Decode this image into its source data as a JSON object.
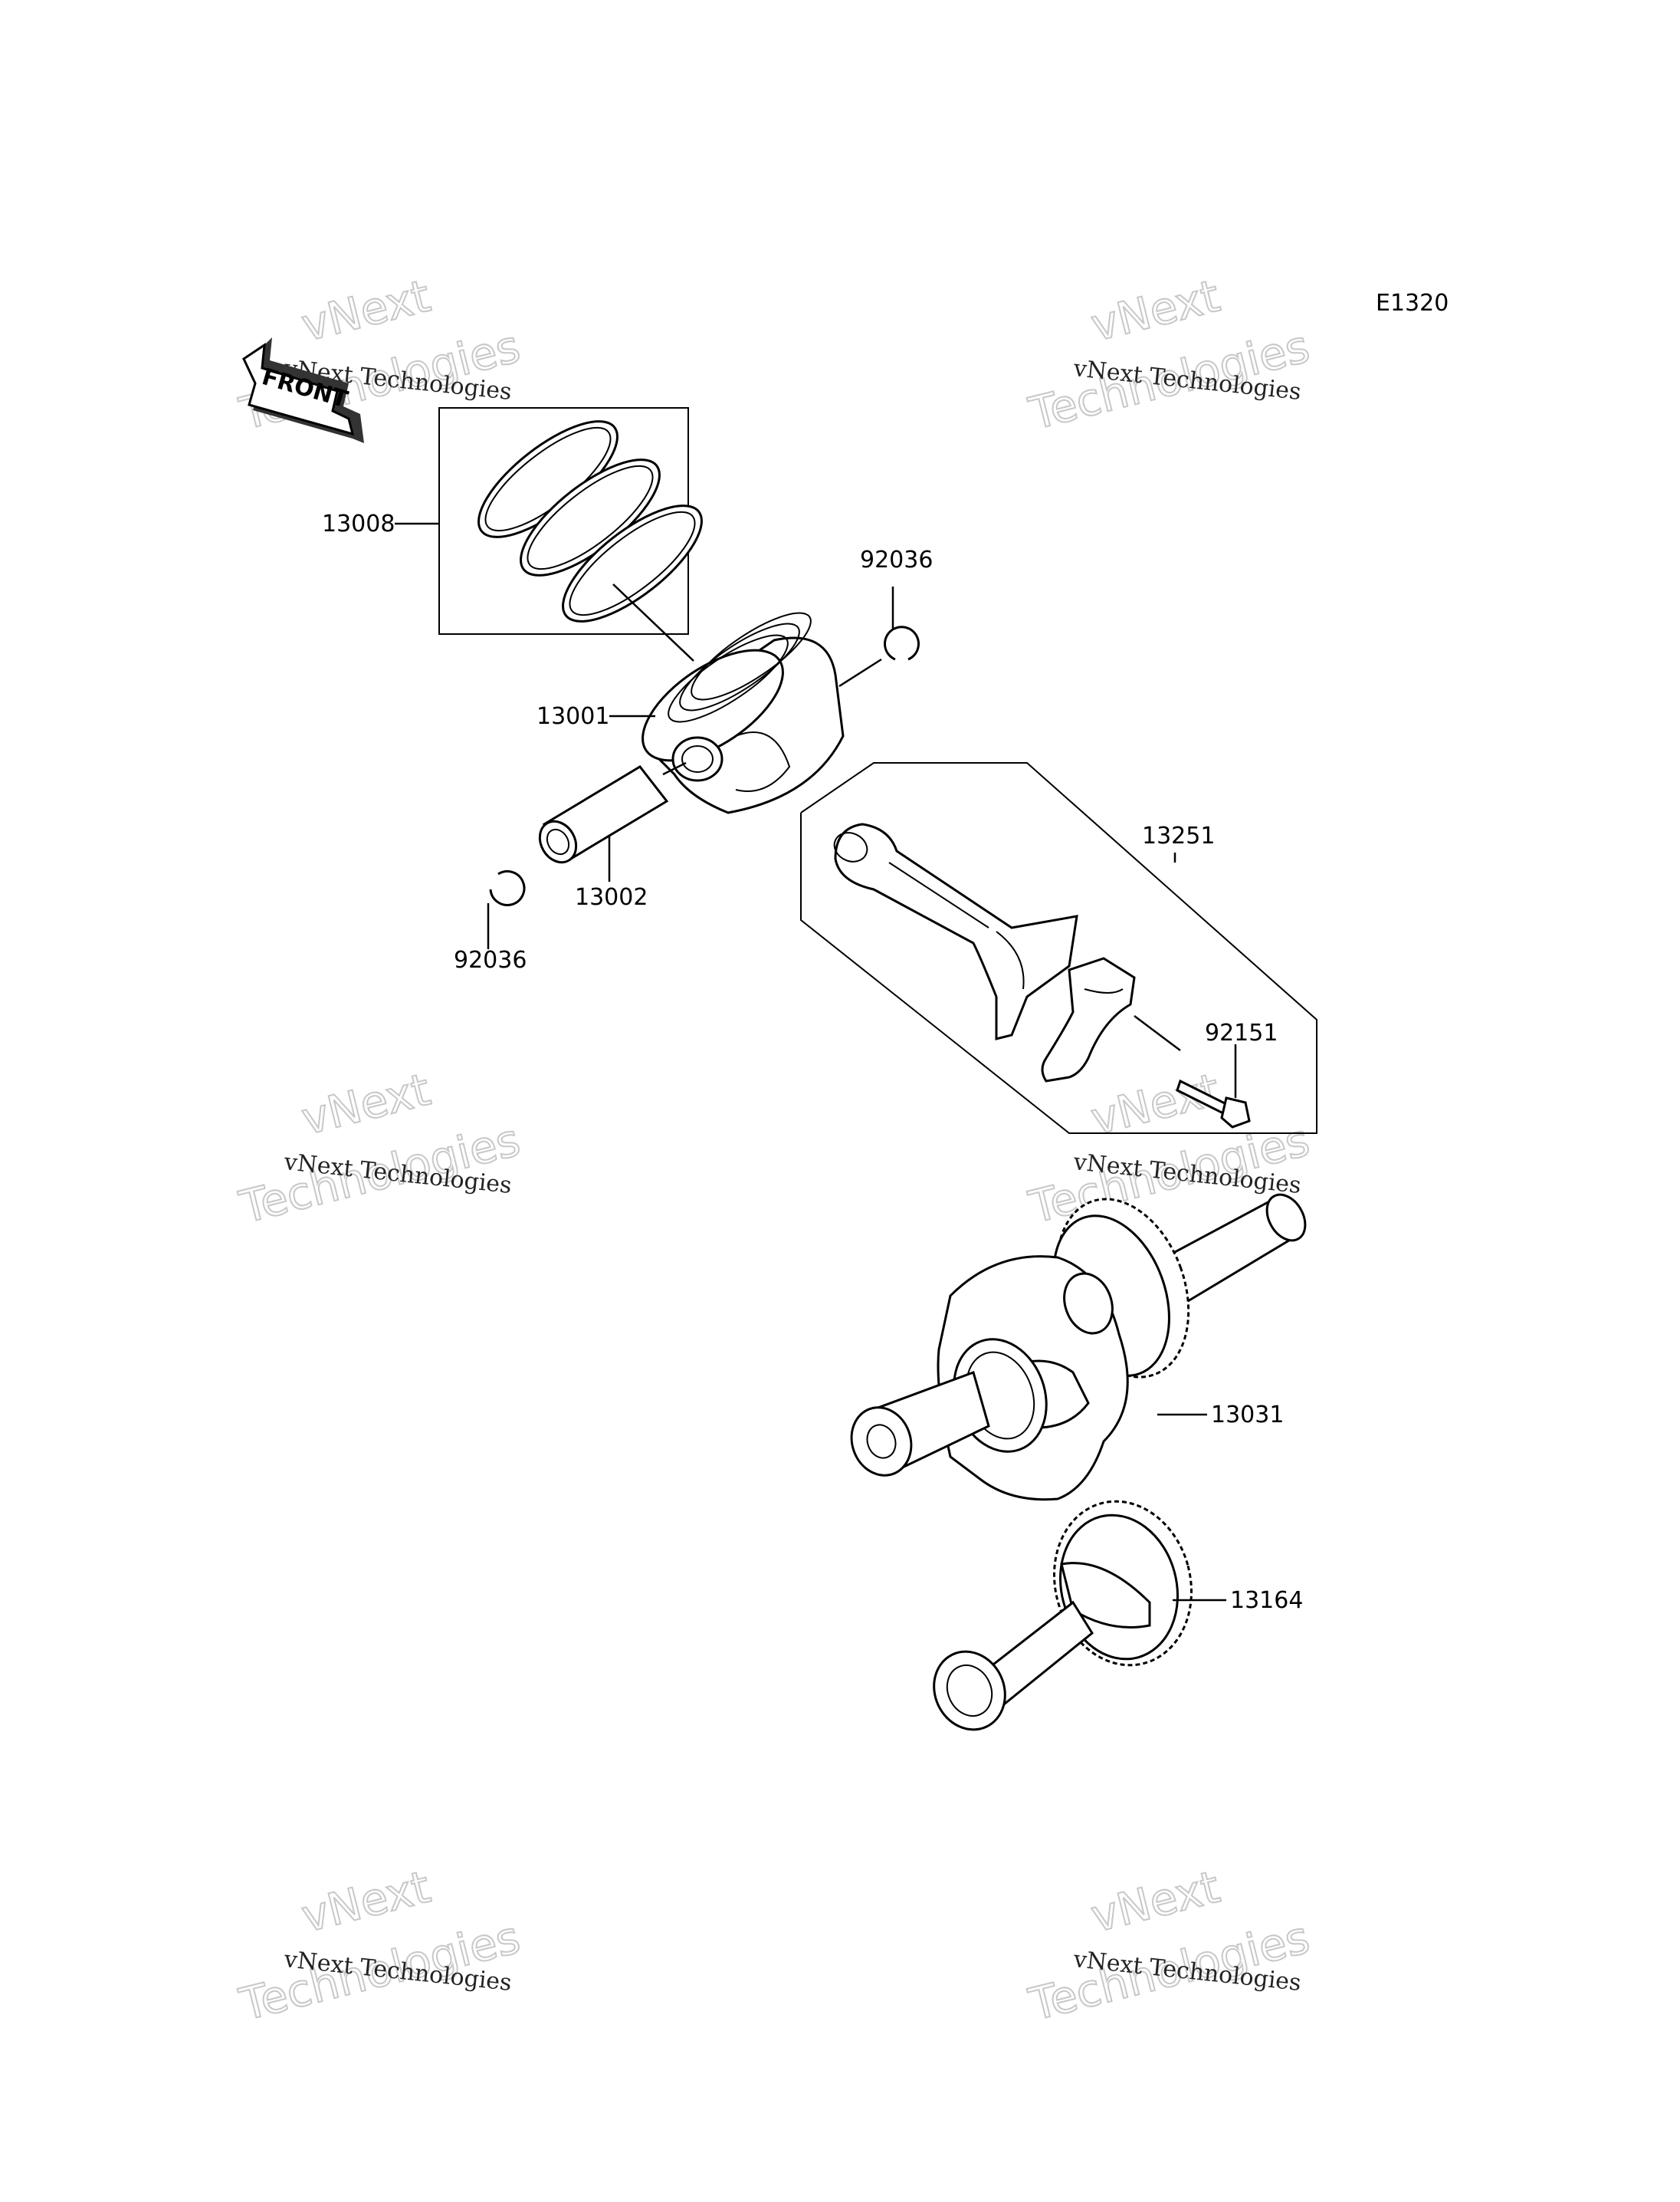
{
  "diagram": {
    "code": "E1320",
    "front_badge": "FRONT",
    "watermark": {
      "brand": "vNext",
      "brand_sub": "Technologies",
      "caption": "vNext Technologies"
    },
    "part_labels": {
      "piston_ring_set": "13008",
      "piston": "13001",
      "circlip_right": "92036",
      "piston_pin": "13002",
      "circlip_left": "92036",
      "connecting_rod": "13251",
      "rod_bolt": "92151",
      "crankshaft": "13031",
      "balancer_shaft": "13164"
    }
  }
}
